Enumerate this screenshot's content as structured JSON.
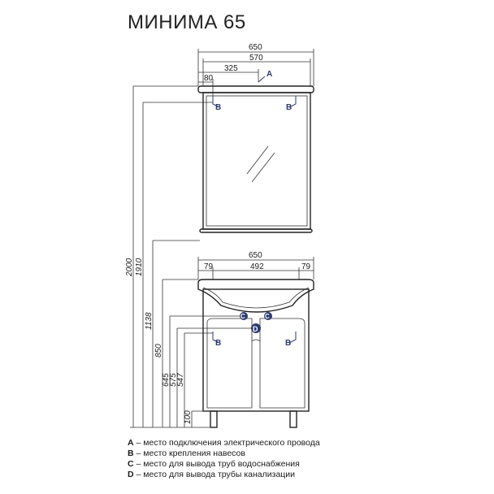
{
  "title": "МИНИМА 65",
  "mirror": {
    "widths": {
      "overall": "650",
      "inner": "570",
      "half": "325",
      "edge": "80"
    },
    "marks": {
      "a": "A",
      "b_left": "B",
      "b_right": "B"
    }
  },
  "cabinet": {
    "widths": {
      "overall": "650",
      "inner": "492",
      "left": "79",
      "right": "79"
    },
    "marks": {
      "b_left": "B",
      "b_right": "B",
      "c_left": "C",
      "c_right": "C",
      "d": "D"
    }
  },
  "heights": [
    "2000",
    "1910",
    "1138",
    "850",
    "645",
    "575",
    "547",
    "100"
  ],
  "legend": [
    {
      "key": "A",
      "text": " – место подключения электрического провода"
    },
    {
      "key": "B",
      "text": " – место крепления навесов"
    },
    {
      "key": "C",
      "text": " – место для вывода труб водоснабжения"
    },
    {
      "key": "D",
      "text": " – место для вывода трубы канализации"
    }
  ]
}
